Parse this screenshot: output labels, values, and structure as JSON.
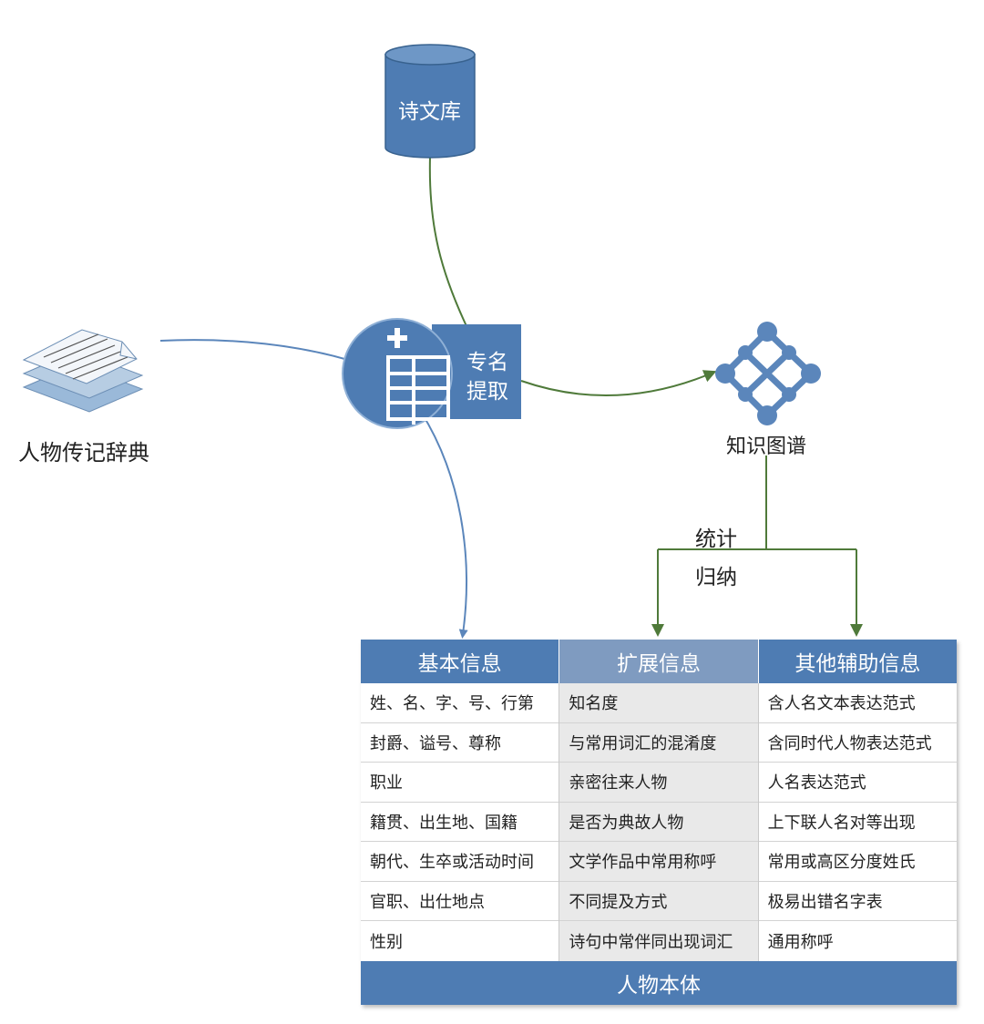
{
  "nodes": {
    "poetry_db": "诗文库",
    "dictionary": "人物传记辞典",
    "extract_line1": "专名",
    "extract_line2": "提取",
    "knowledge_graph": "知识图谱",
    "induction_line1": "统计",
    "induction_line2": "归纳"
  },
  "table": {
    "headers": [
      "基本信息",
      "扩展信息",
      "其他辅助信息"
    ],
    "columns": [
      [
        "姓、名、字、号、行第",
        "封爵、谥号、尊称",
        "职业",
        "籍贯、出生地、国籍",
        "朝代、生卒或活动时间",
        "官职、出仕地点",
        "性别"
      ],
      [
        "知名度",
        "与常用词汇的混淆度",
        "亲密往来人物",
        "是否为典故人物",
        "文学作品中常用称呼",
        "不同提及方式",
        "诗句中常伴同出现词汇"
      ],
      [
        "含人名文本表达范式",
        "含同时代人物表达范式",
        "人名表达范式",
        "上下联人名对等出现",
        "常用或高区分度姓氏",
        "极易出错名字表",
        "通用称呼"
      ]
    ],
    "footer": "人物本体"
  },
  "colors": {
    "node_blue": "#4e7cb3",
    "header_grey_blue": "#7f9bc0",
    "arrow_blue": "#5b86bb",
    "arrow_green": "#4f7a3a"
  }
}
